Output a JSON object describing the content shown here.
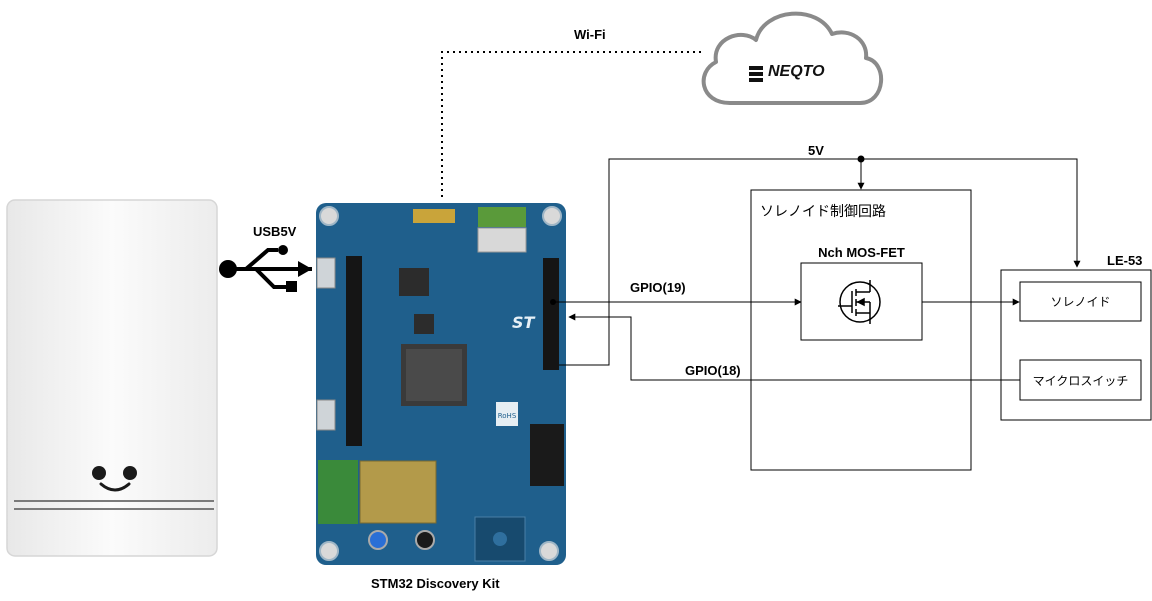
{
  "labels": {
    "wifi": "Wi-Fi",
    "cloud_logo": "NEQTO",
    "usb": "USB5V",
    "v5": "5V",
    "gpio19": "GPIO(19)",
    "gpio18": "GPIO(18)",
    "board_caption": "STM32 Discovery Kit"
  },
  "boxes": {
    "solenoid_control": "ソレノイド制御回路",
    "mosfet": "Nch MOS-FET",
    "le53": "LE-53",
    "solenoid": "ソレノイド",
    "microswitch": "マイクロスイッチ"
  },
  "board_marks": {
    "rohs": "RoHS",
    "st_logo": "ST"
  },
  "colors": {
    "pcb": "#1f5f8c",
    "pcb_dark": "#174a6e",
    "device_body": "#f4f4f4",
    "cloud_stroke": "#8a8a8a",
    "line": "#000000"
  }
}
